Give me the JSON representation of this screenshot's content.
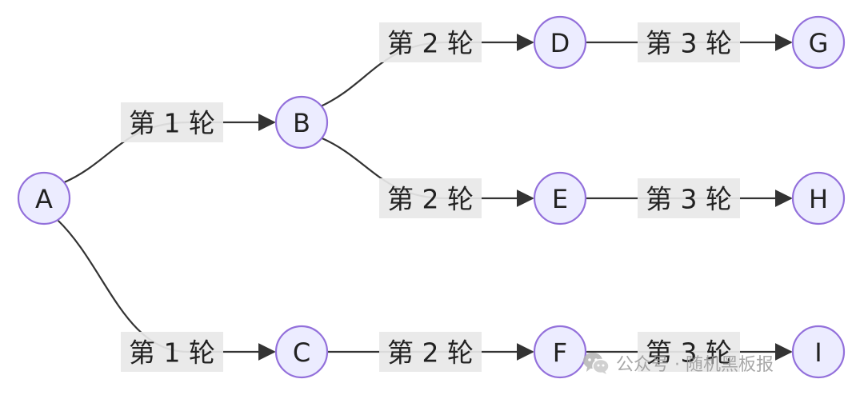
{
  "diagram": {
    "nodes": [
      {
        "id": "A",
        "label": "A"
      },
      {
        "id": "B",
        "label": "B"
      },
      {
        "id": "C",
        "label": "C"
      },
      {
        "id": "D",
        "label": "D"
      },
      {
        "id": "E",
        "label": "E"
      },
      {
        "id": "F",
        "label": "F"
      },
      {
        "id": "G",
        "label": "G"
      },
      {
        "id": "H",
        "label": "H"
      },
      {
        "id": "I",
        "label": "I"
      }
    ],
    "edges": [
      {
        "from": "A",
        "to": "B",
        "label": "第 1 轮"
      },
      {
        "from": "A",
        "to": "C",
        "label": "第 1 轮"
      },
      {
        "from": "B",
        "to": "D",
        "label": "第 2 轮"
      },
      {
        "from": "B",
        "to": "E",
        "label": "第 2 轮"
      },
      {
        "from": "C",
        "to": "F",
        "label": "第 2 轮"
      },
      {
        "from": "D",
        "to": "G",
        "label": "第 3 轮"
      },
      {
        "from": "E",
        "to": "H",
        "label": "第 3 轮"
      },
      {
        "from": "F",
        "to": "I",
        "label": "第 3 轮"
      }
    ]
  },
  "watermark": {
    "icon": "wechat-icon",
    "text": "公众号 · 随机黑板报"
  }
}
